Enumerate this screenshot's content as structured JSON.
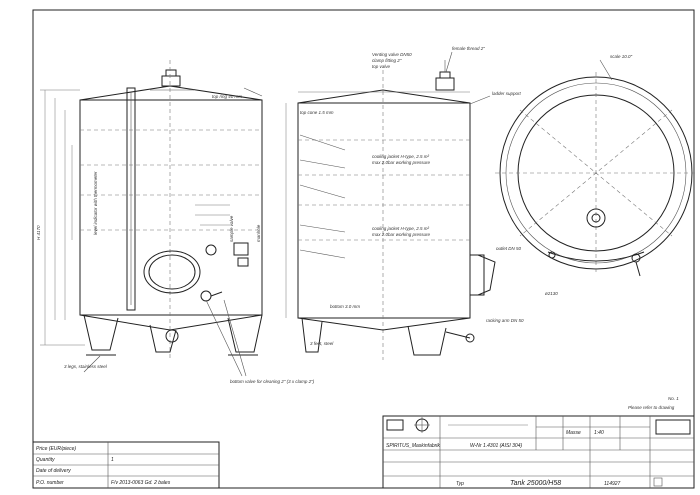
{
  "notes": {
    "venting_valve": "Venting valve DN50",
    "clamp_fitting": "clamp fitting 2\"",
    "top_ring": "top ring 40 mm",
    "top_valve": "top valve",
    "female_thread": "female thread 2\"",
    "ladder_support": "ladder support",
    "scale": "scale 10.0\"",
    "top_cone": "top cone 1.5 mm",
    "cooling_plate_upper": "cooling jacket H-type, 2.5 m²",
    "cooling_plate_upper_2": "max 2.0bar working pressure",
    "cooling_plate_lower": "cooling jacket H-type, 2.5 m²",
    "cooling_plate_lower_2": "max 2.0bar working pressure",
    "bottom": "bottom 3.0 mm",
    "outlet": "outlet DN 50",
    "manhole": "manhole",
    "sample_valve": "sample valve",
    "level_indicator": "level indicator with thermometer",
    "bottom_valve": "bottom valve for cleaning 2\" (3 x clamp 2\")",
    "legs": "3 legs, stainless steel",
    "racking_arm": "racking arm DN 50",
    "feet": "3 feet, steel",
    "dim_d": "ø2130",
    "dim_h": "H 4170"
  },
  "plate_note": "Please refer to drawing",
  "plate_no": "No. 1",
  "order_table": {
    "rows": [
      {
        "label": "Price (EUR/piece)",
        "value": ""
      },
      {
        "label": "Quantity",
        "value": "1"
      },
      {
        "label": "Date of delivery",
        "value": ""
      },
      {
        "label": "P.O. number",
        "value": "F/v 2013-0063 Gd. 2 bales"
      }
    ]
  },
  "title_block": {
    "company": "SPIRITUS_Maskinfabrik",
    "material": "W-Nr 1.4301 (AISI 304)",
    "type_label": "Typ",
    "type_value": "Tank 25000/H58",
    "drawing_no": "114927",
    "scale_label": "1:40",
    "mass_label": "Masse"
  }
}
